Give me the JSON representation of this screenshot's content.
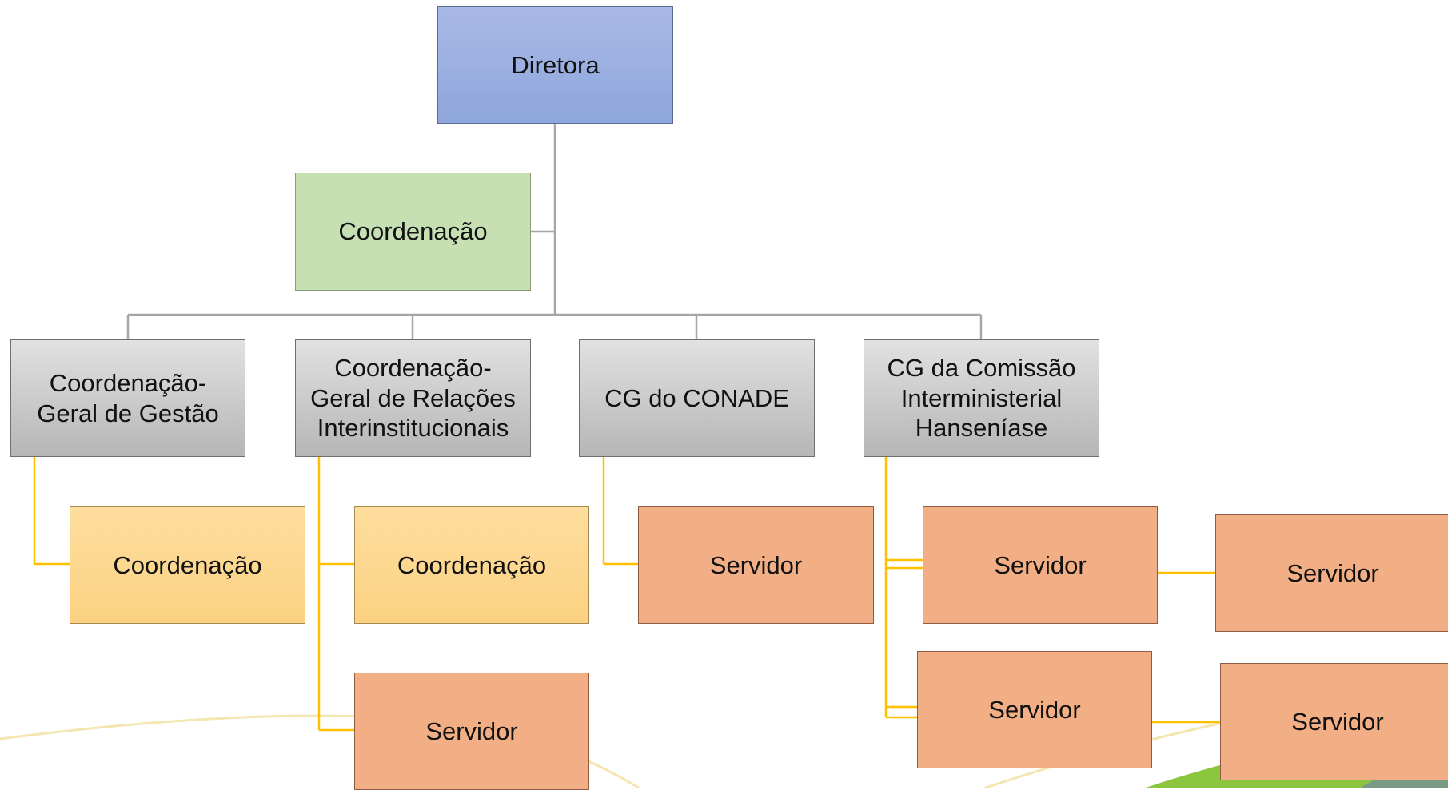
{
  "diagram": {
    "type": "org-chart",
    "director": {
      "label": "Diretora"
    },
    "coordination": {
      "label": "Coordenação"
    },
    "general_coordinations": [
      {
        "label": "Coordenação-\nGeral de Gestão"
      },
      {
        "label": "Coordenação-\nGeral de Relações\nInterinstitucionais"
      },
      {
        "label": "CG do CONADE"
      },
      {
        "label": "CG da Comissão\nInterministerial\nHanseníase"
      }
    ],
    "subunits": {
      "gestao_coordination": {
        "label": "Coordenação"
      },
      "relacoes_coordination": {
        "label": "Coordenação"
      },
      "relacoes_servant": {
        "label": "Servidor"
      },
      "conade_servant": {
        "label": "Servidor"
      },
      "hanseniase_servant_1": {
        "label": "Servidor"
      },
      "hanseniase_servant_1_sub": {
        "label": "Servidor"
      },
      "hanseniase_servant_2": {
        "label": "Servidor"
      },
      "hanseniase_servant_2_sub": {
        "label": "Servidor"
      }
    },
    "colors": {
      "director": "#8ea6dc",
      "coordination_top": "#c6e0b4",
      "general_coordination": "#c7c7c7",
      "coordination": "#fdd791",
      "servant": "#f2ae84",
      "connector_gray": "#a6a6a6",
      "connector_gold": "#ffc000"
    }
  }
}
